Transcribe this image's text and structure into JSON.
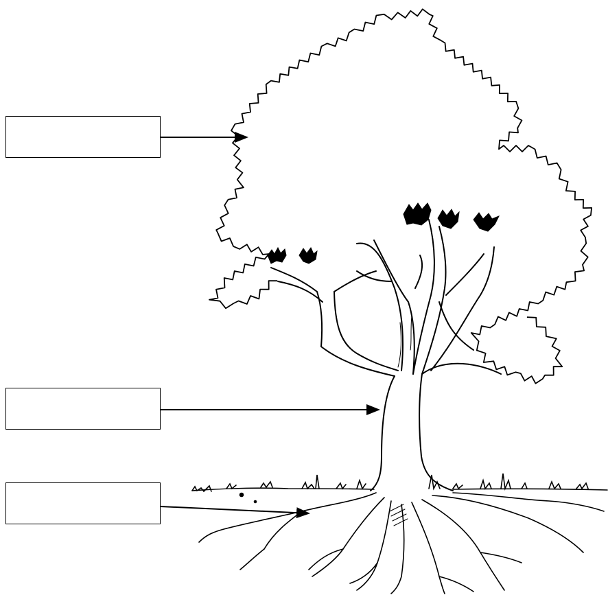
{
  "diagram": {
    "labels": [
      {
        "id": "leaves",
        "text": ""
      },
      {
        "id": "trunk",
        "text": ""
      },
      {
        "id": "roots",
        "text": ""
      }
    ]
  },
  "colors": {
    "line": "#000000",
    "background": "#ffffff"
  }
}
